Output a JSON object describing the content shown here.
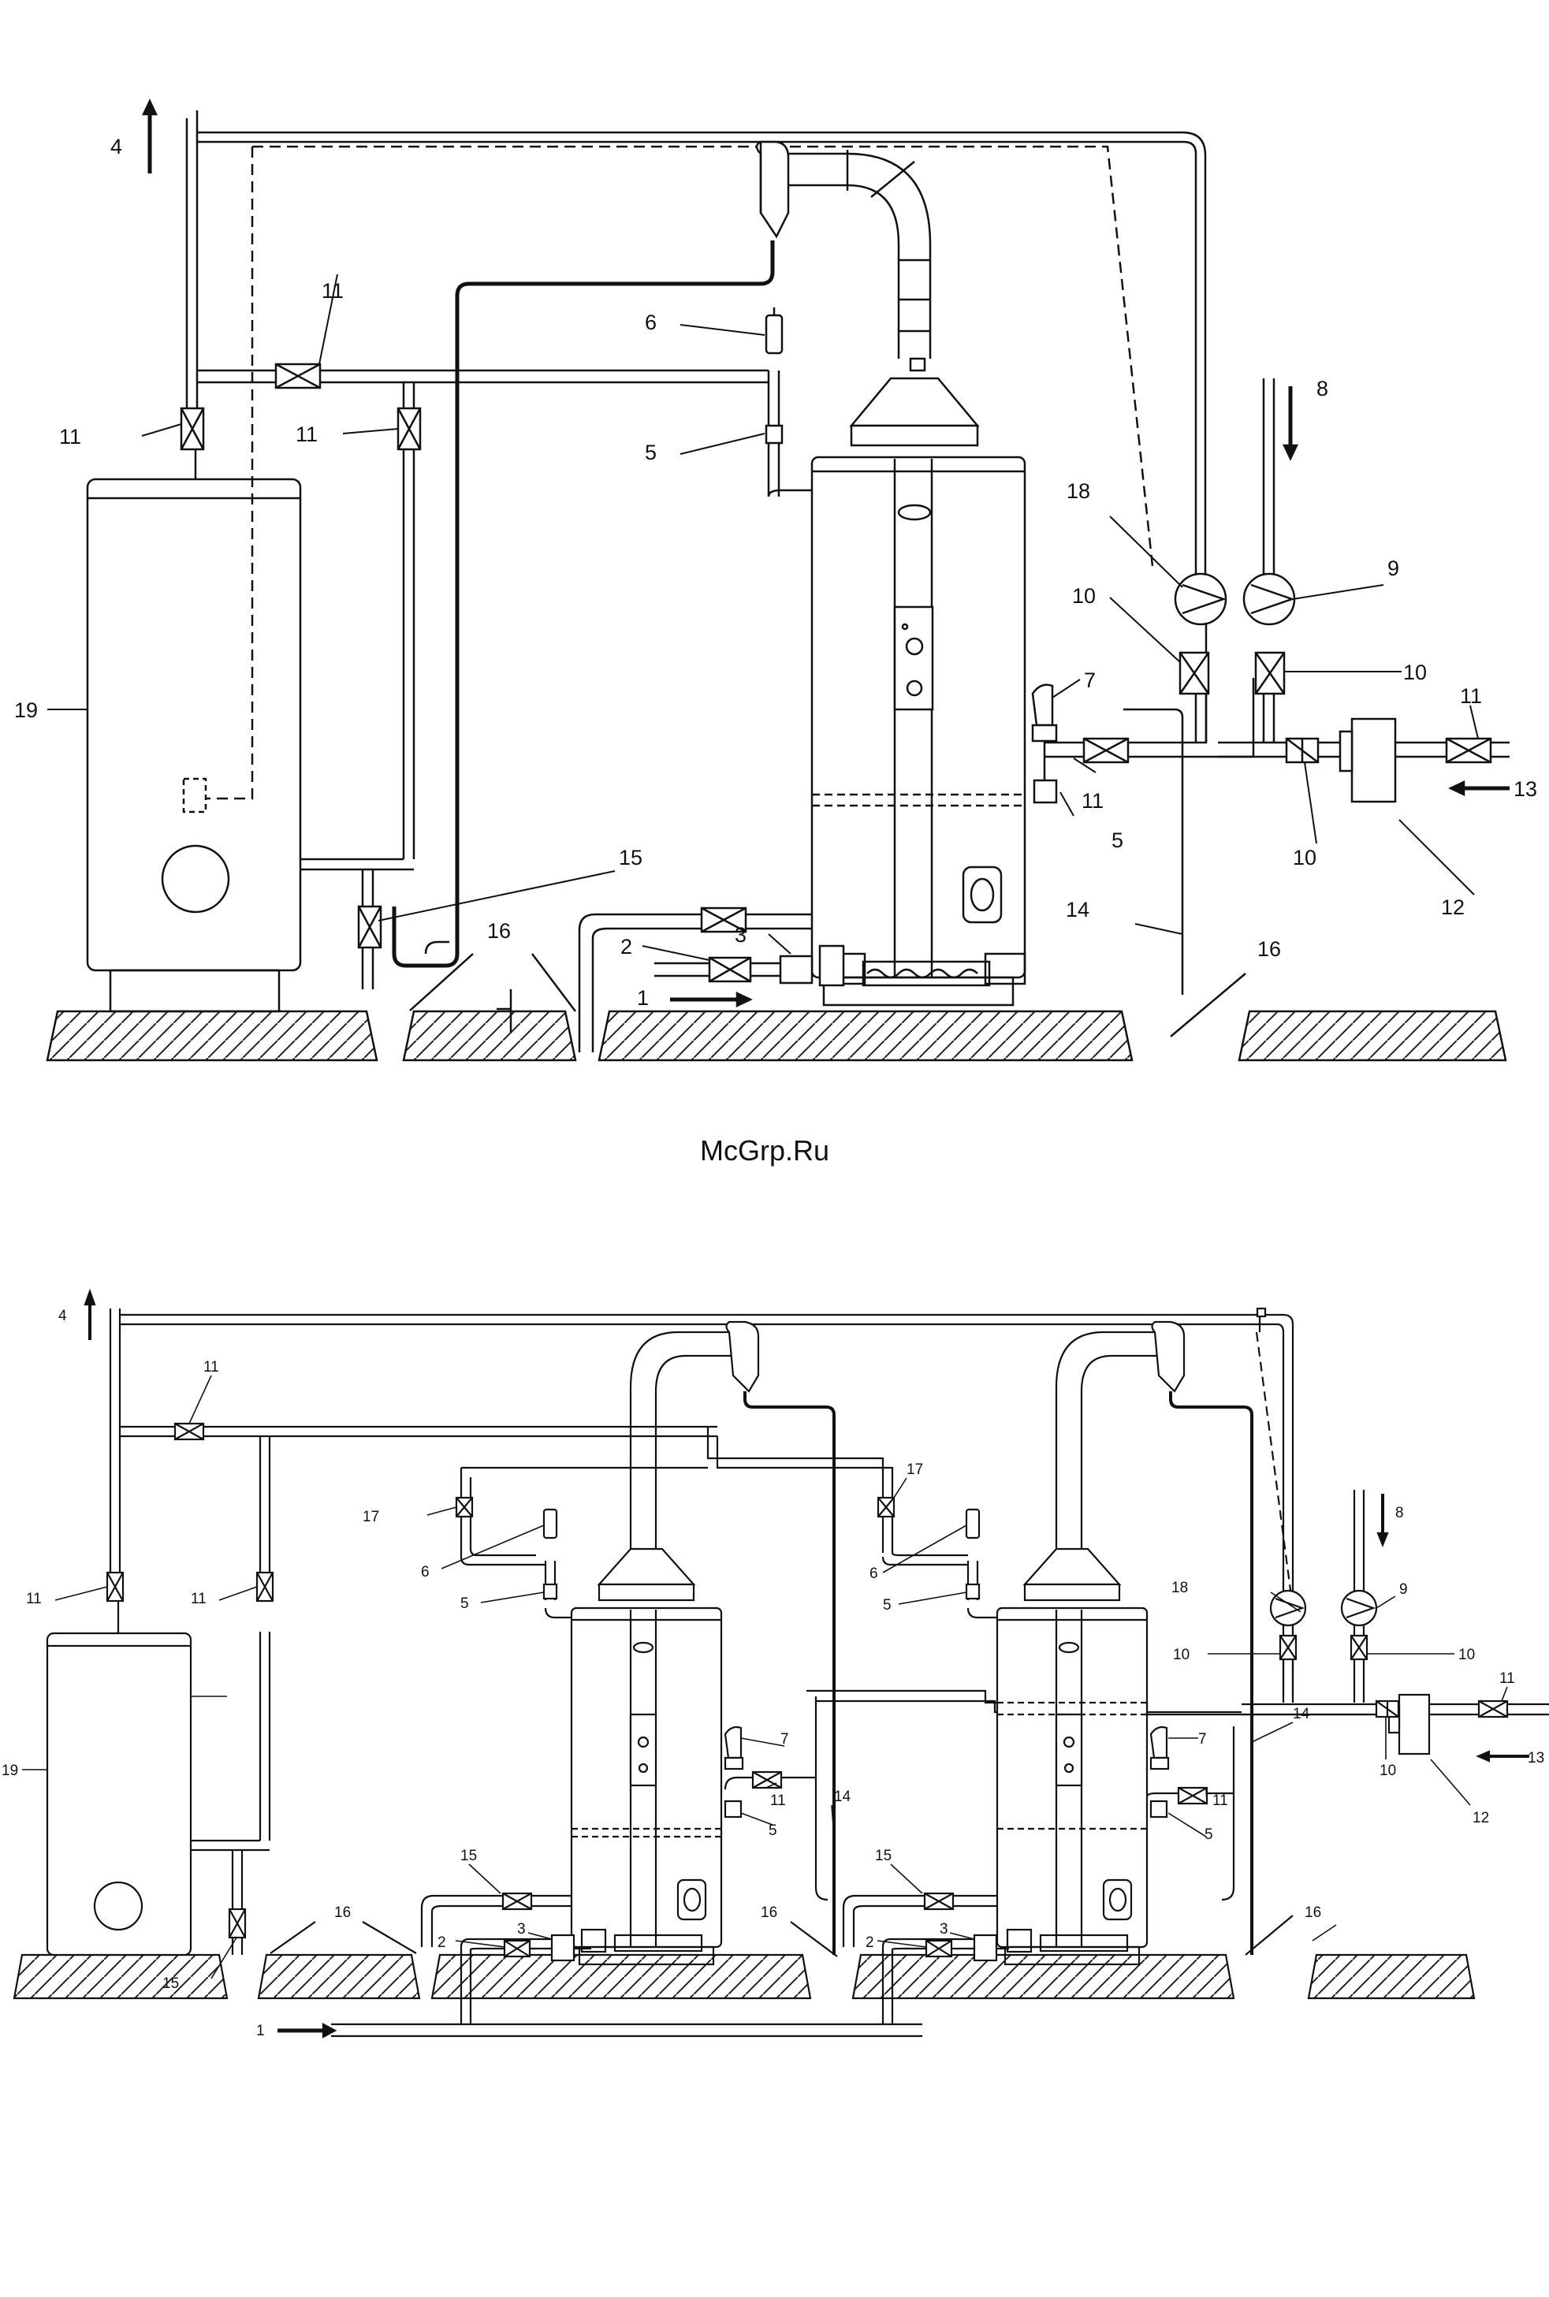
{
  "watermark": "McGrp.Ru",
  "diagram1": {
    "labels": {
      "l1": "1",
      "l2": "2",
      "l3": "3",
      "l4": "4",
      "l5a": "5",
      "l5b": "5",
      "l6": "6",
      "l7": "7",
      "l8": "8",
      "l9": "9",
      "l10a": "10",
      "l10b": "10",
      "l10c": "10",
      "l11a": "11",
      "l11b": "11",
      "l11c": "11",
      "l11d": "11",
      "l11e": "11",
      "l12": "12",
      "l13": "13",
      "l14": "14",
      "l15": "15",
      "l16a": "16",
      "l16b": "16",
      "l18": "18",
      "l19": "19"
    }
  },
  "diagram2": {
    "labels": {
      "l1": "1",
      "l2a": "2",
      "l2b": "2",
      "l3a": "3",
      "l3b": "3",
      "l4": "4",
      "l5a": "5",
      "l5b": "5",
      "l5c": "5",
      "l5d": "5",
      "l6a": "6",
      "l6b": "6",
      "l7a": "7",
      "l7b": "7",
      "l8": "8",
      "l9": "9",
      "l10a": "10",
      "l10b": "10",
      "l10c": "10",
      "l11a": "11",
      "l11b": "11",
      "l11c": "11",
      "l11d": "11",
      "l11e": "11",
      "l11f": "11",
      "l12": "12",
      "l13": "13",
      "l14a": "14",
      "l14b": "14",
      "l15a": "15",
      "l15b": "15",
      "l15c": "15",
      "l16a": "16",
      "l16b": "16",
      "l16c": "16",
      "l17a": "17",
      "l17b": "17",
      "l18": "18",
      "l19": "19"
    }
  }
}
